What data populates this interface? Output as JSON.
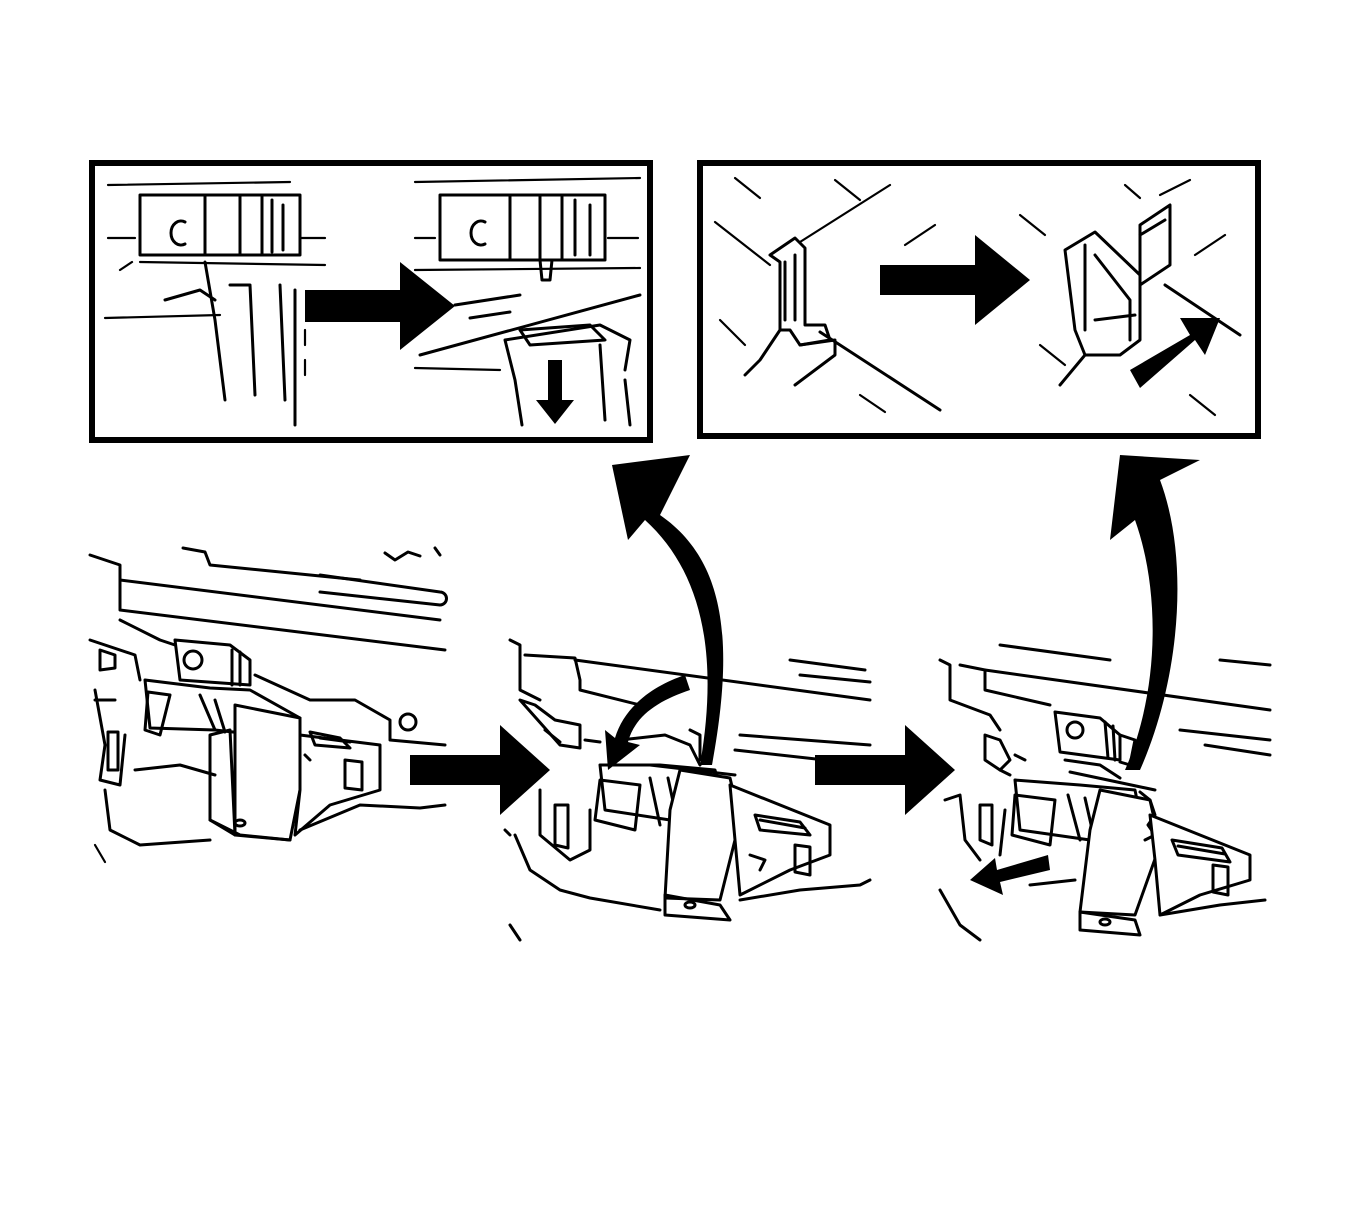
{
  "diagram": {
    "kind": "installation-sequence-line-drawing",
    "background": "#ffffff",
    "ink": "#000000",
    "steps": [
      {
        "id": "step-1",
        "detail": null
      },
      {
        "id": "step-2",
        "detail": "detail-left"
      },
      {
        "id": "step-3",
        "detail": "detail-right"
      }
    ],
    "details": [
      {
        "id": "detail-left",
        "arrows": [
          "right-arrow",
          "down-arrow"
        ]
      },
      {
        "id": "detail-right",
        "arrows": [
          "right-arrow",
          "diagonal-arrow"
        ]
      }
    ]
  }
}
